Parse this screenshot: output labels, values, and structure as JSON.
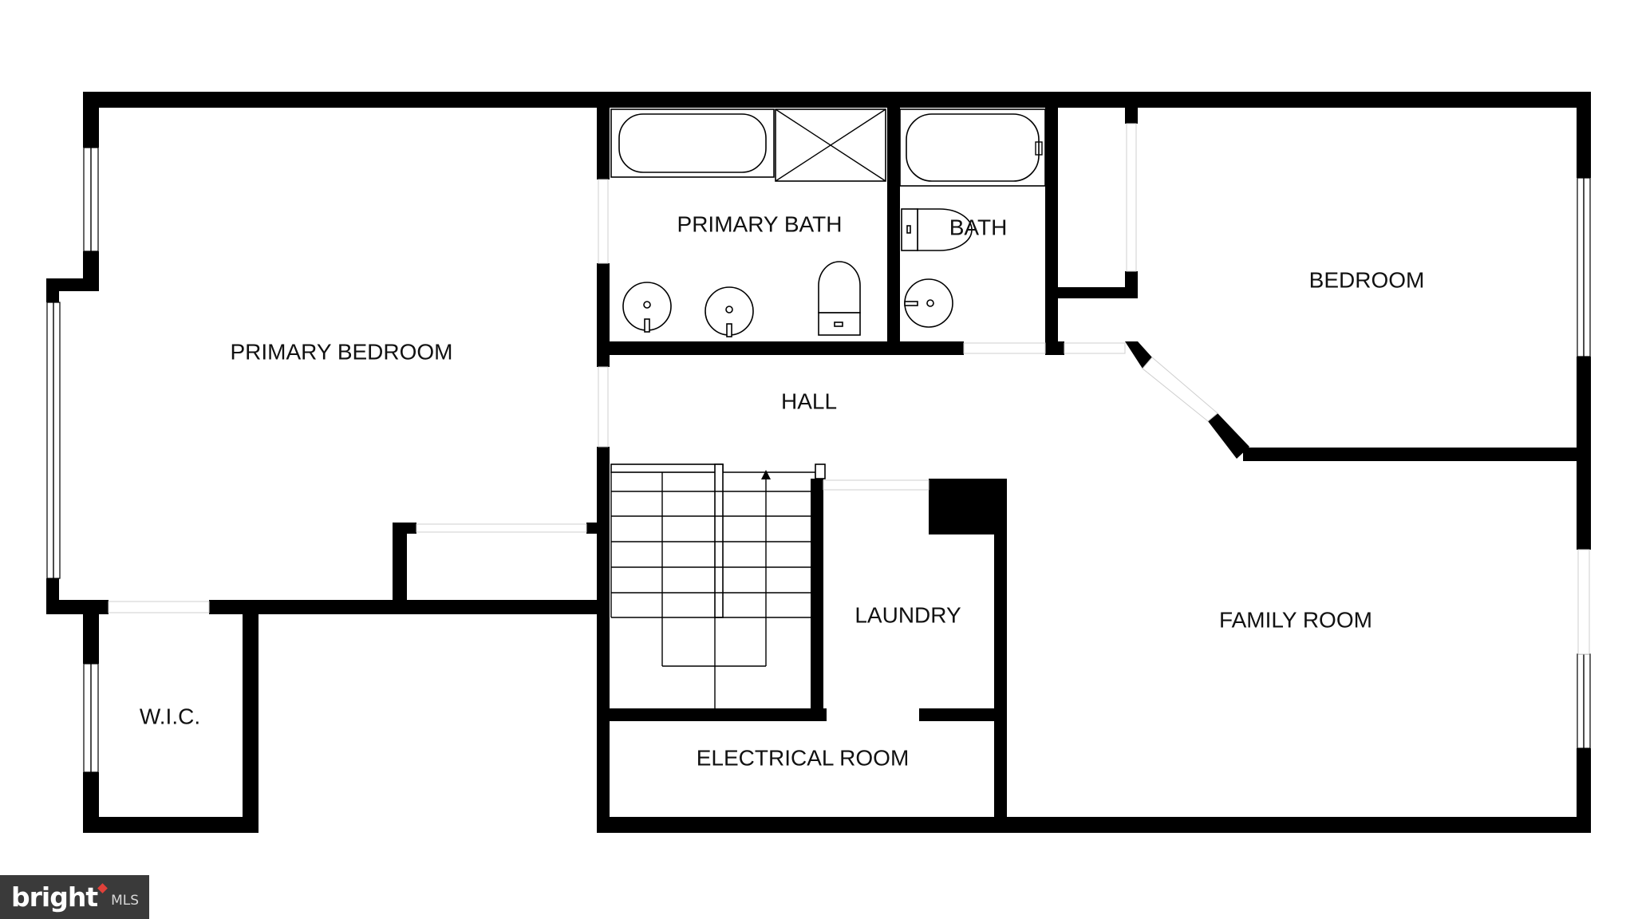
{
  "rooms": {
    "primary_bedroom": "PRIMARY BEDROOM",
    "primary_bath": "PRIMARY BATH",
    "bath": "BATH",
    "bedroom": "BEDROOM",
    "hall": "HALL",
    "laundry": "LAUNDRY",
    "family_room": "FAMILY ROOM",
    "wic": "W.I.C.",
    "electrical_room": "ELECTRICAL ROOM"
  },
  "watermark": {
    "brand": "bright",
    "suffix": "MLS"
  },
  "colors": {
    "wall": "#000000",
    "background": "#ffffff",
    "logo_bg": "#3a3a3a",
    "logo_accent": "#e0413a"
  }
}
